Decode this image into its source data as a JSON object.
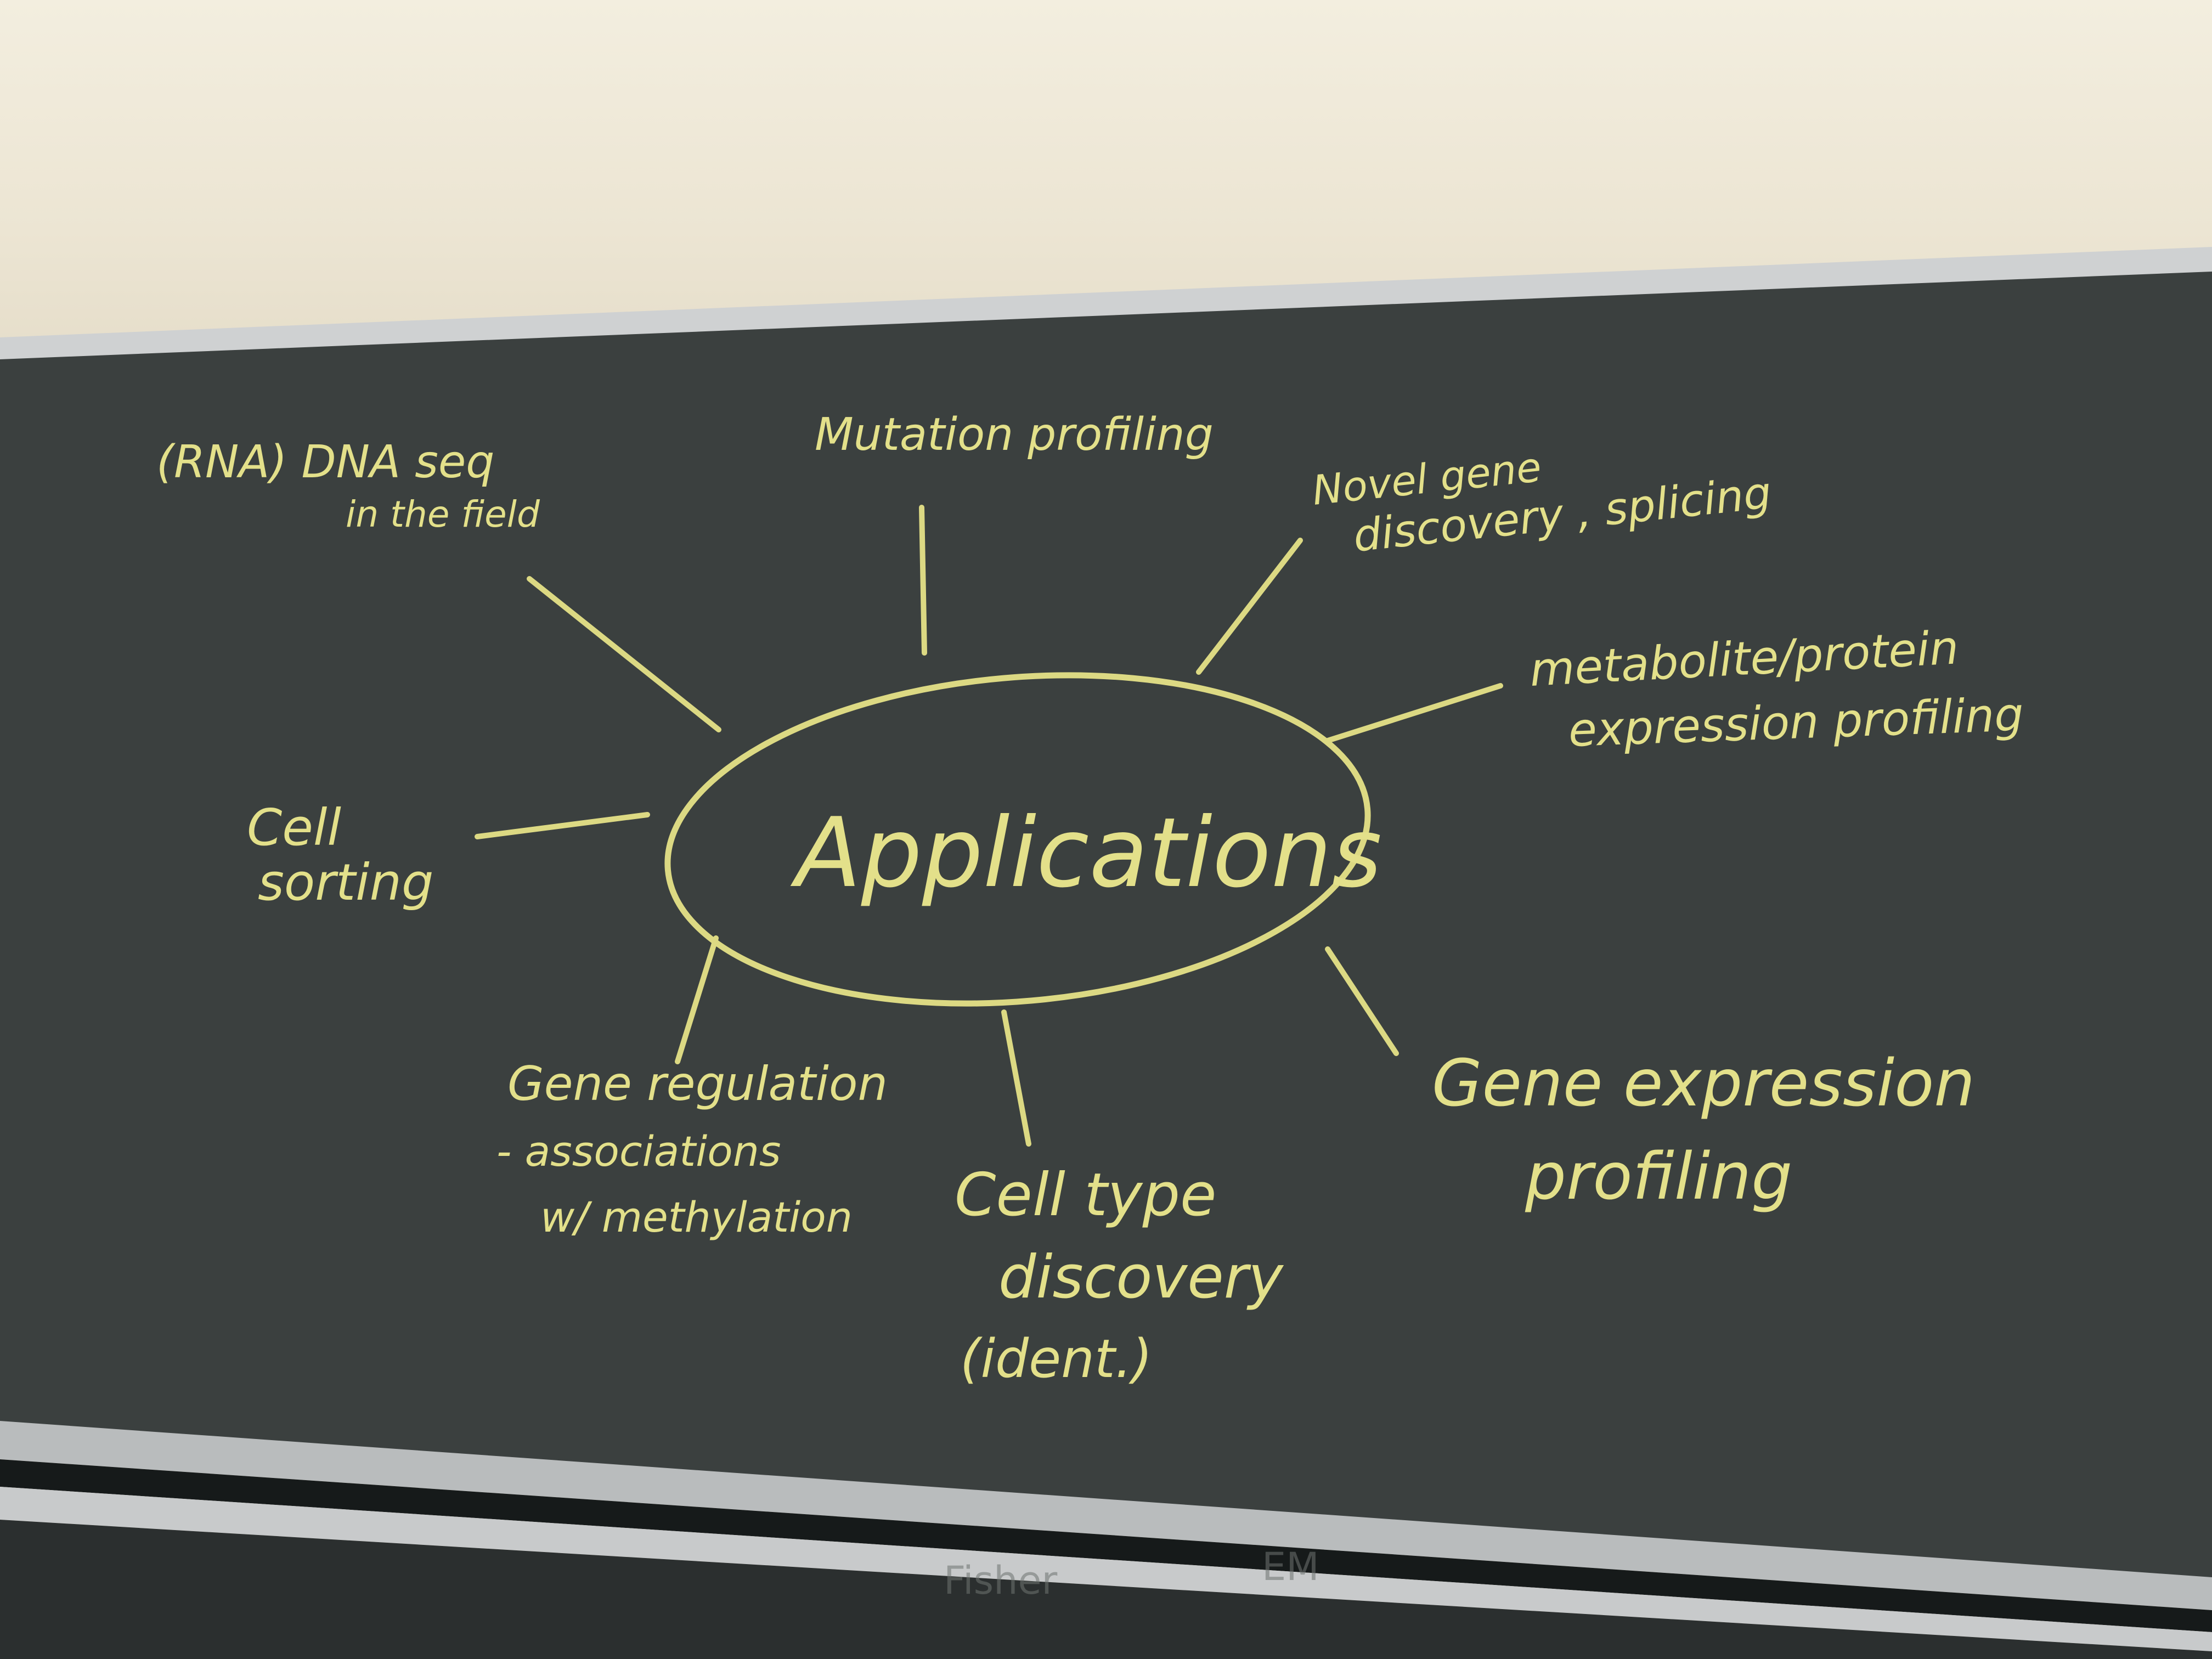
{
  "diagram": {
    "center": "Applications",
    "nodes": [
      {
        "id": "rna-dna-seq",
        "lines": [
          "(RNA) DNA seq",
          "in the field"
        ]
      },
      {
        "id": "mutation-profiling",
        "lines": [
          "Mutation profiling"
        ]
      },
      {
        "id": "novel-gene-discovery",
        "lines": [
          "Novel gene",
          "discovery , splicing"
        ]
      },
      {
        "id": "metabolite-protein",
        "lines": [
          "metabolite/protein",
          "expression profiling"
        ]
      },
      {
        "id": "gene-expression-profiling",
        "lines": [
          "Gene expression",
          "profiling"
        ]
      },
      {
        "id": "cell-type-discovery",
        "lines": [
          "Cell type",
          "discovery",
          "(ident.)"
        ]
      },
      {
        "id": "gene-regulation",
        "lines": [
          "Gene regulation",
          "- associations",
          "w/ methylation"
        ]
      },
      {
        "id": "cell-sorting",
        "lines": [
          "Cell",
          "sorting"
        ]
      }
    ]
  },
  "lower_board": {
    "faint_words": [
      "Fisher",
      "EM"
    ]
  },
  "colors": {
    "chalk": "#e3e08a",
    "board": "#3a3f3f",
    "wall": "#efe9d8",
    "frame": "#c9cbcc"
  }
}
